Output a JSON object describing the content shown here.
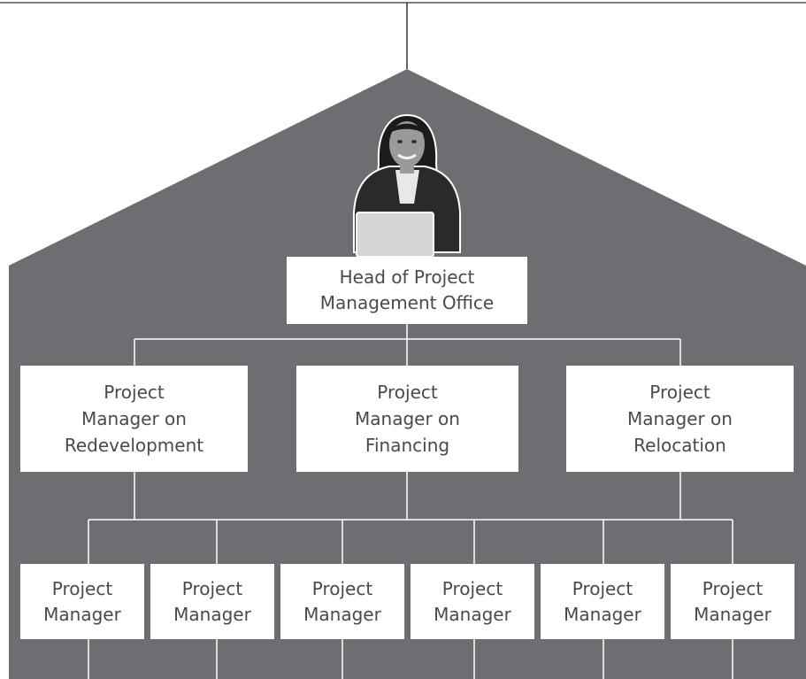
{
  "colors": {
    "house": "#6d6e72",
    "top_rule": "#555555",
    "box_fill": "#ffffff",
    "connector": "#ffffff",
    "text": "#4a4a4a"
  },
  "icons": {
    "person": "woman-with-laptop-icon"
  },
  "head": {
    "label": "Head of Project\nManagement Office"
  },
  "managers": [
    {
      "label": "Project\nManager on\nRedevelopment"
    },
    {
      "label": "Project\nManager on\nFinancing"
    },
    {
      "label": "Project\nManager on\nRelocation"
    }
  ],
  "project_managers": [
    {
      "label": "Project\nManager"
    },
    {
      "label": "Project\nManager"
    },
    {
      "label": "Project\nManager"
    },
    {
      "label": "Project\nManager"
    },
    {
      "label": "Project\nManager"
    },
    {
      "label": "Project\nManager"
    }
  ]
}
